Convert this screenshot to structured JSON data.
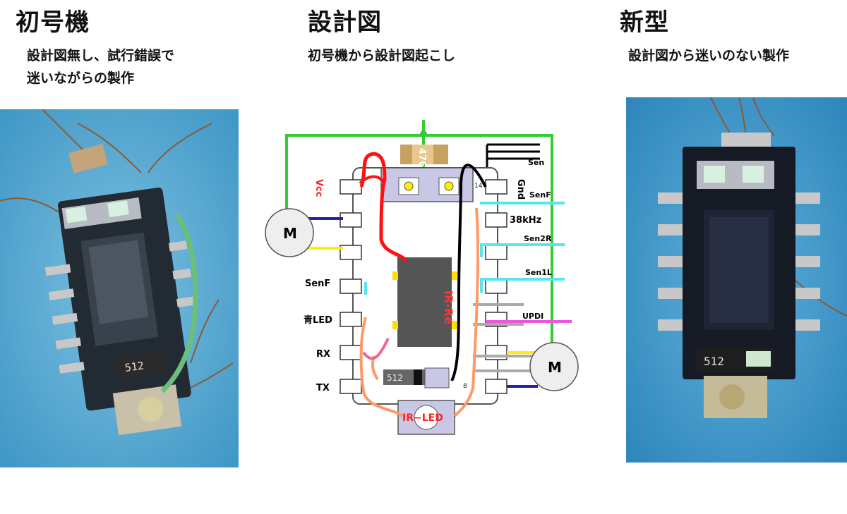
{
  "sections": {
    "left": {
      "title": "初号機",
      "desc_line1": "設計図無し、試行錯誤で",
      "desc_line2": "迷いながらの製作"
    },
    "middle": {
      "title": "設計図",
      "desc_line1": "初号機から設計図起こし"
    },
    "right": {
      "title": "新型",
      "desc_line1": "設計図から迷いのない製作"
    }
  },
  "diagram": {
    "chip_text": "IR-Re",
    "cap_text": "476",
    "resistor_text": "512",
    "pin14": "14",
    "pin8": "8",
    "led_text": "IR−LED",
    "motor_left": "M",
    "motor_right": "M",
    "left_labels": {
      "vcc": "Vcc",
      "senf": "SenF",
      "blue_led": "青LED",
      "rx": "RX",
      "tx": "TX"
    },
    "right_labels": {
      "gnd": "Gnd",
      "sen": "Sen",
      "senf": "SenF",
      "khz": "38kHz",
      "sen2r": "Sen2R",
      "sen1l": "Sen1L",
      "updi": "UPDI"
    }
  },
  "photo_text": {
    "left_resistor": "512",
    "right_resistor": "512"
  },
  "colors": {
    "photo_bg": "#3fa0cf",
    "pad_fill": "#e8e8f0",
    "pcb_fill": "#c8c8e6",
    "chip_fill": "#555555",
    "wire_green": "#33cc33",
    "wire_red": "#ff1111",
    "wire_cyan": "#55e6f0",
    "wire_orange": "#ff9966",
    "wire_pink": "#ee6699",
    "wire_yellow": "#ffee00",
    "wire_blue": "#2222aa",
    "wire_magenta": "#ee55dd",
    "wire_gray": "#aaaaaa"
  }
}
